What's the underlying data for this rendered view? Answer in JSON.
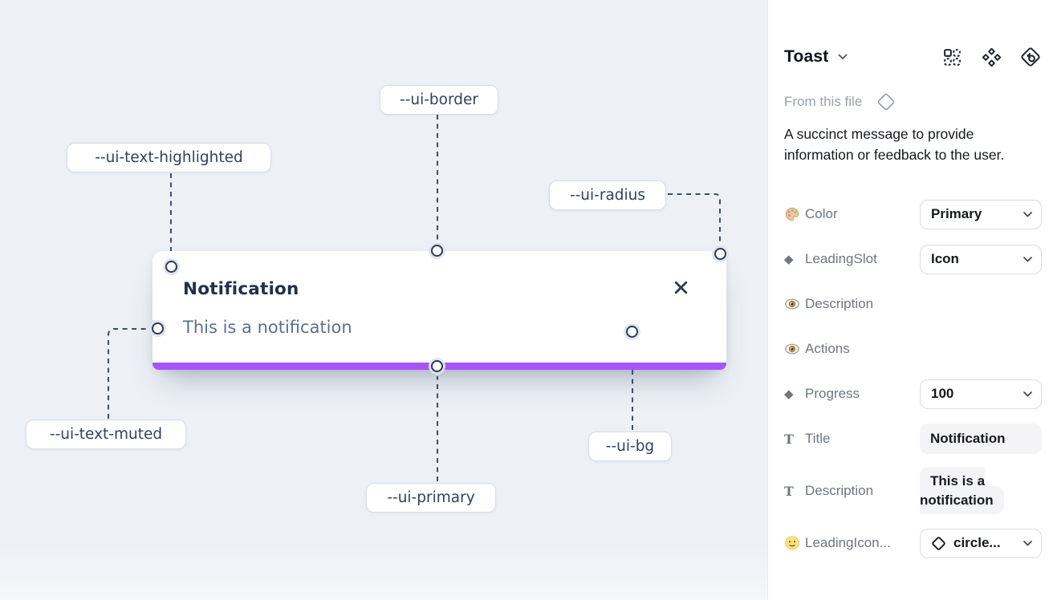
{
  "canvas": {
    "toast": {
      "title": "Notification",
      "description": "This is a notification",
      "close_icon": "x-icon",
      "progress_color": "#a855f7",
      "background": "#ffffff"
    },
    "background_color": "#edf1f6",
    "annotations": [
      {
        "label": "--ui-border"
      },
      {
        "label": "--ui-text-highlighted"
      },
      {
        "label": "--ui-radius"
      },
      {
        "label": "--ui-text-muted"
      },
      {
        "label": "--ui-primary"
      },
      {
        "label": "--ui-bg"
      }
    ]
  },
  "panel": {
    "header": {
      "title": "Toast",
      "chevron_icon": "chevron-down-icon",
      "icons": [
        "slots-grid-icon",
        "component-icon",
        "detach-instance-icon"
      ]
    },
    "source": {
      "label": "From this file",
      "icon": "diamond-outline-icon"
    },
    "description": "A succinct message to provide\ninformation or feedback to the user.",
    "properties": [
      {
        "icon": "palette-icon",
        "label": "Color",
        "control": "select",
        "value": "Primary"
      },
      {
        "icon": "diamond-icon",
        "label": "LeadingSlot",
        "control": "select",
        "value": "Icon"
      },
      {
        "icon": "eye-icon",
        "label": "Description",
        "control": "toggle",
        "value": "on"
      },
      {
        "icon": "eye-icon",
        "label": "Actions",
        "control": "toggle",
        "value": "on"
      },
      {
        "icon": "diamond-icon",
        "label": "Progress",
        "control": "select",
        "value": "100"
      },
      {
        "icon": "text-icon",
        "label": "Title",
        "control": "text",
        "value": "Notification"
      },
      {
        "icon": "text-icon",
        "label": "Description",
        "control": "text",
        "value": "This is a notification"
      },
      {
        "icon": "smiley-icon",
        "label": "LeadingIcon...",
        "control": "select-icon",
        "value": "circle..."
      }
    ],
    "toggle_on_color": "#1f9bef"
  }
}
